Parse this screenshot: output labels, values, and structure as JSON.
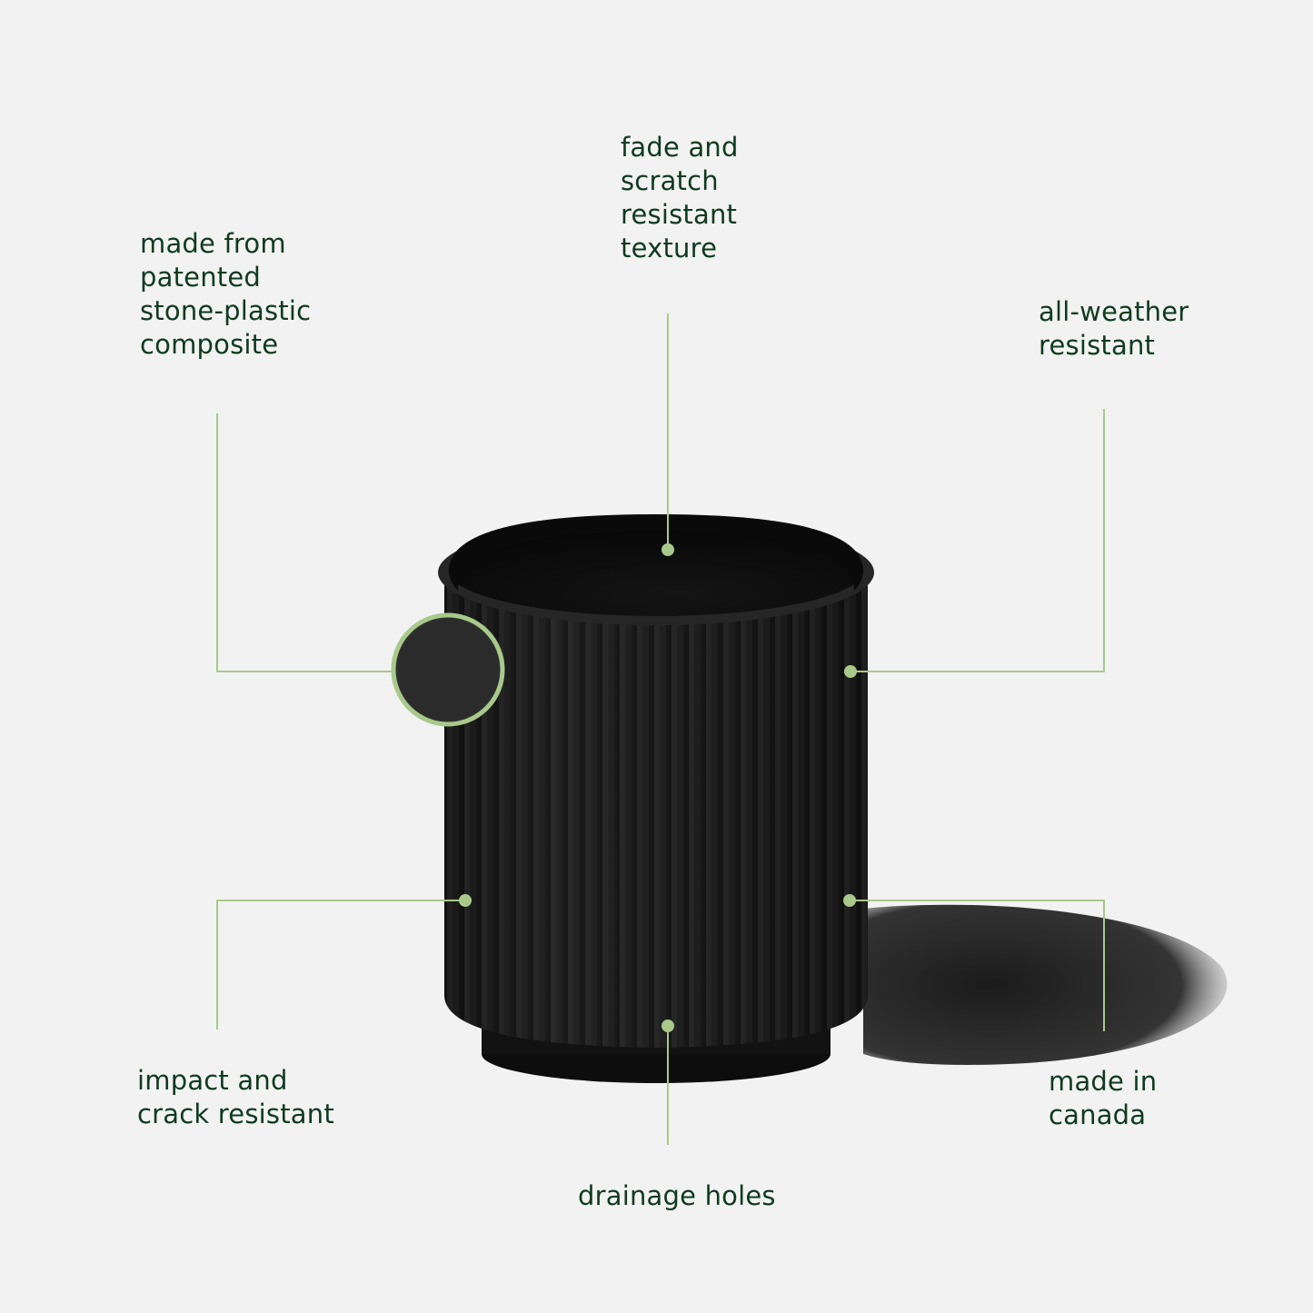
{
  "features": {
    "material": [
      "made from",
      "patented",
      "stone-plastic",
      "composite"
    ],
    "texture": [
      "fade and",
      "scratch",
      "resistant",
      "texture"
    ],
    "weather": [
      "all-weather",
      "resistant"
    ],
    "impact": [
      "impact and",
      "crack resistant"
    ],
    "origin": [
      "made in",
      "canada"
    ],
    "drainage": [
      "drainage holes"
    ]
  },
  "colors": {
    "background": "#f2f2f2",
    "text": "#0f3a1f",
    "accent": "#a8c98a",
    "pot": "#1c1c1c"
  }
}
